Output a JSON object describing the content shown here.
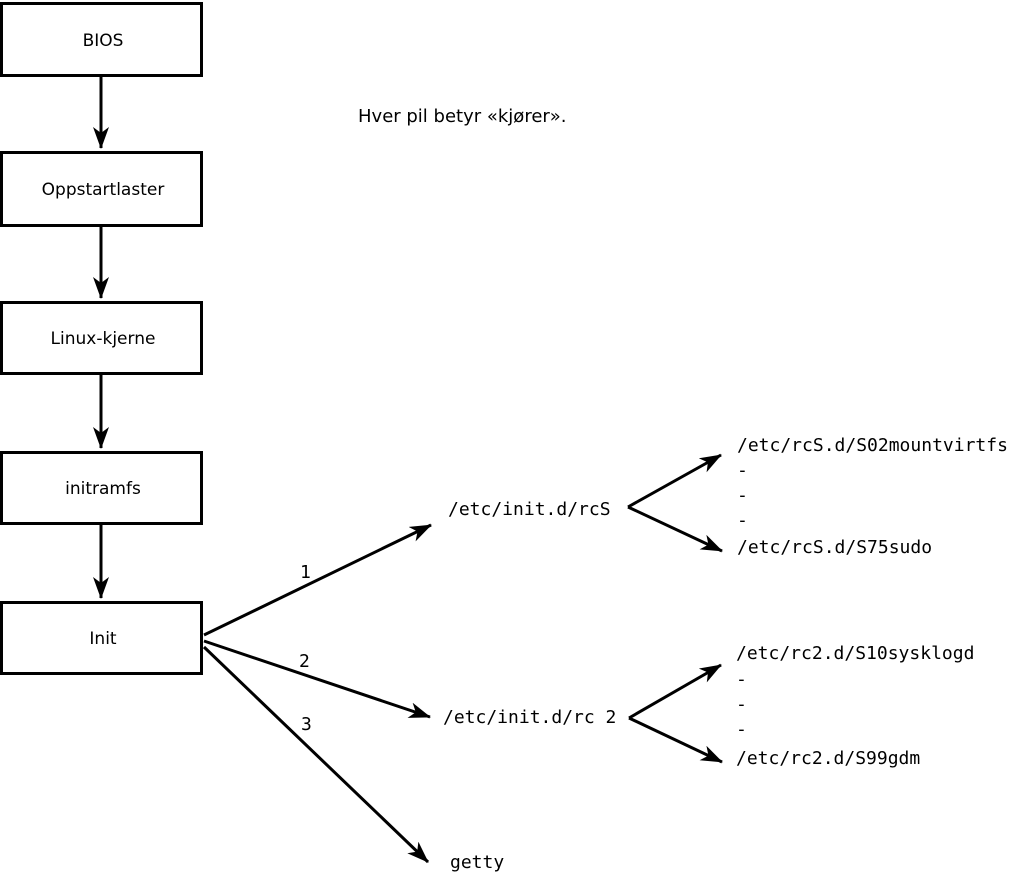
{
  "diagram": {
    "title_note": "Hver pil betyr «kjører».",
    "boot_chain": {
      "bios": {
        "label": "BIOS"
      },
      "bootloader": {
        "label": "Oppstartlaster"
      },
      "kernel": {
        "label": "Linux-kjerne"
      },
      "initramfs": {
        "label": "initramfs"
      },
      "init": {
        "label": "Init"
      }
    },
    "init_arrows": {
      "label_1": "1",
      "label_2": "2",
      "label_3": "3"
    },
    "targets": {
      "rcS_script": "/etc/init.d/rcS",
      "rc2_script": "/etc/init.d/rc 2",
      "getty": "getty"
    },
    "rcS_children": {
      "first": "/etc/rcS.d/S02mountvirtfs",
      "dash1": "-",
      "dash2": "-",
      "dash3": "-",
      "last": "/etc/rcS.d/S75sudo"
    },
    "rc2_children": {
      "first": "/etc/rc2.d/S10sysklogd",
      "dash1": "-",
      "dash2": "-",
      "dash3": "-",
      "last": "/etc/rc2.d/S99gdm"
    },
    "colors": {
      "stroke": "#000000",
      "background": "#ffffff"
    }
  }
}
